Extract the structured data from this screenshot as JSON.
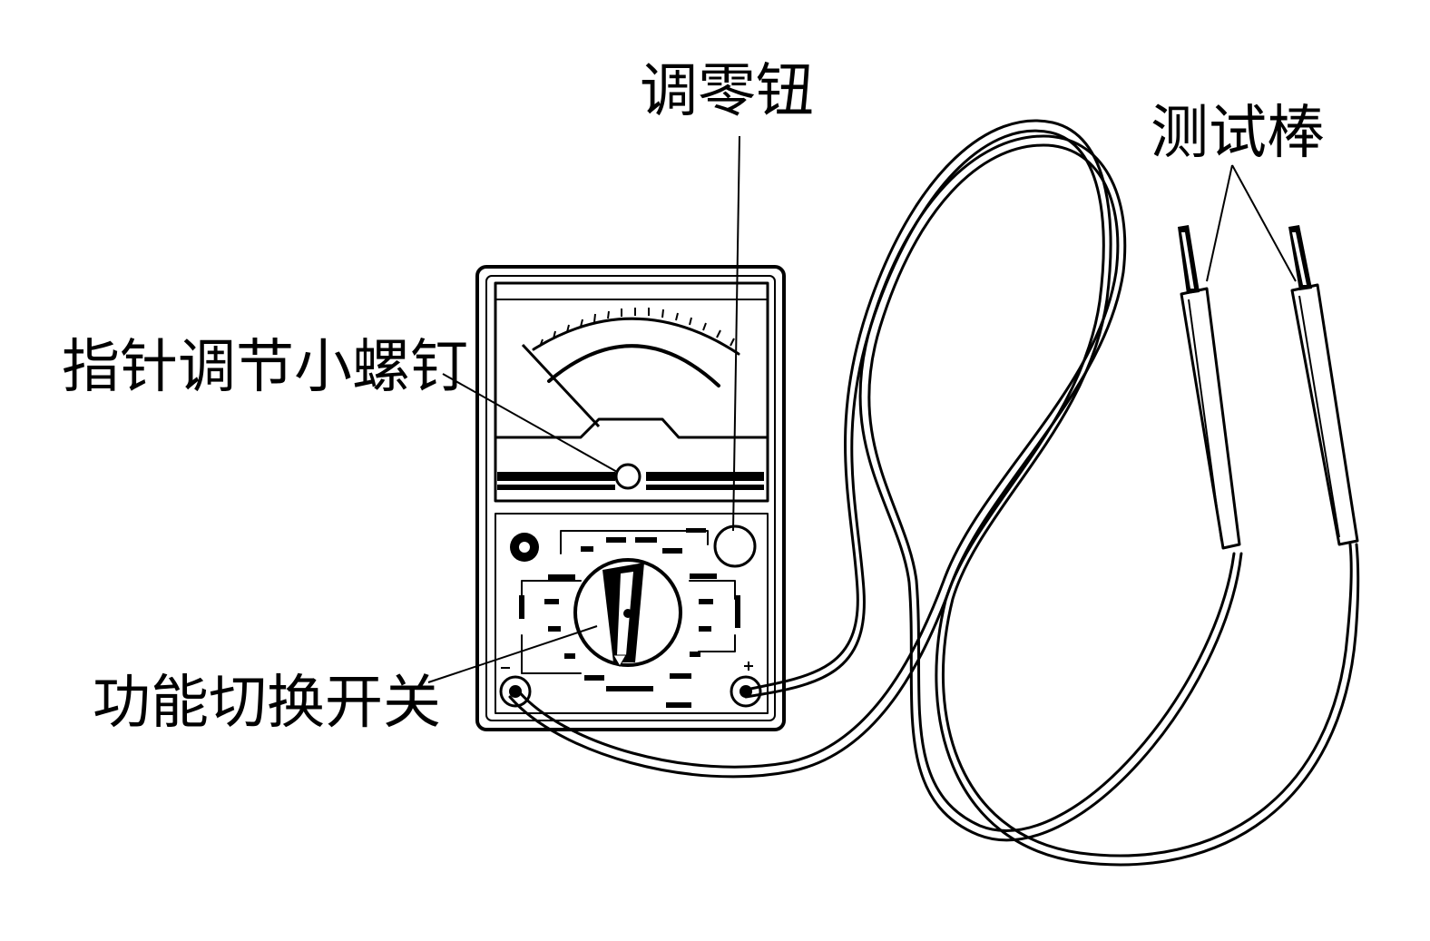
{
  "labels": {
    "zero_knob": "调零钮",
    "test_leads": "测试棒",
    "pointer_screw": "指针调节小螺钉",
    "function_switch": "功能切换开关"
  },
  "colors": {
    "ink": "#000000",
    "paper": "#ffffff"
  },
  "icons": [
    "multimeter-body",
    "meter-dial",
    "pointer-adjust-screw",
    "zero-adjust-knob",
    "rotary-function-switch",
    "jack-negative",
    "jack-positive",
    "probe-left",
    "probe-right",
    "test-lead-wire"
  ]
}
